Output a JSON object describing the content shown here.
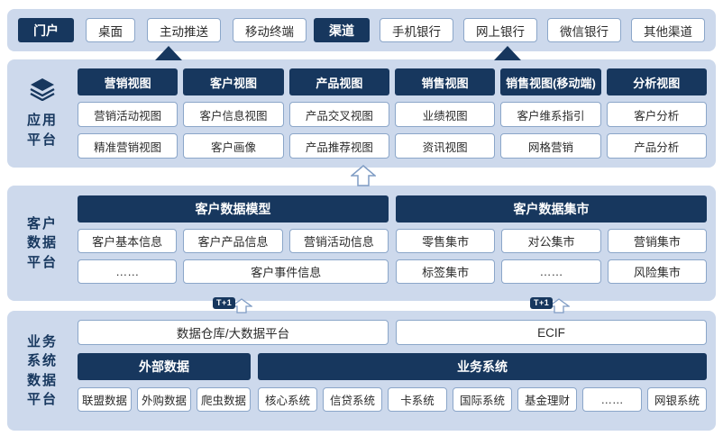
{
  "colors": {
    "navy": "#17375e",
    "band_bg": "#cdd9ec",
    "box_border": "#8ba6c9"
  },
  "portal": {
    "label": "门户",
    "items": [
      "桌面",
      "主动推送",
      "移动终端"
    ]
  },
  "channel": {
    "label": "渠道",
    "items": [
      "手机银行",
      "网上银行",
      "微信银行",
      "其他渠道"
    ]
  },
  "app_platform": {
    "label": "应用平台",
    "label_lines": [
      "应用",
      "平台"
    ],
    "columns": [
      {
        "header": "营销视图",
        "items": [
          "营销活动视图",
          "精准营销视图"
        ]
      },
      {
        "header": "客户视图",
        "items": [
          "客户信息视图",
          "客户画像"
        ]
      },
      {
        "header": "产品视图",
        "items": [
          "产品交叉视图",
          "产品推荐视图"
        ]
      },
      {
        "header": "销售视图",
        "items": [
          "业绩视图",
          "资讯视图"
        ]
      },
      {
        "header": "销售视图(移动端)",
        "items": [
          "客户维系指引",
          "网格营销"
        ]
      },
      {
        "header": "分析视图",
        "items": [
          "客户分析",
          "产品分析"
        ]
      }
    ]
  },
  "customer_data_platform": {
    "label": "客户数据平台",
    "label_lines": [
      "客户",
      "数据",
      "平台"
    ],
    "model": {
      "header": "客户数据模型",
      "row1": [
        "客户基本信息",
        "客户产品信息",
        "营销活动信息"
      ],
      "row2": [
        "……",
        "客户事件信息"
      ]
    },
    "mart": {
      "header": "客户数据集市",
      "row1": [
        "零售集市",
        "对公集市",
        "营销集市"
      ],
      "row2": [
        "标签集市",
        "……",
        "风险集市"
      ]
    }
  },
  "business_platform": {
    "label": "业务系统数据平台",
    "label_lines": [
      "业务",
      "系统",
      "数据",
      "平台"
    ],
    "warehouse": "数据仓库/大数据平台",
    "ecif": "ECIF",
    "external": {
      "header": "外部数据",
      "items": [
        "联盟数据",
        "外购数据",
        "爬虫数据"
      ]
    },
    "systems": {
      "header": "业务系统",
      "items": [
        "核心系统",
        "信贷系统",
        "卡系统",
        "国际系统",
        "基金理财",
        "……",
        "网银系统"
      ]
    }
  },
  "arrows": {
    "t1_label": "T+1"
  }
}
